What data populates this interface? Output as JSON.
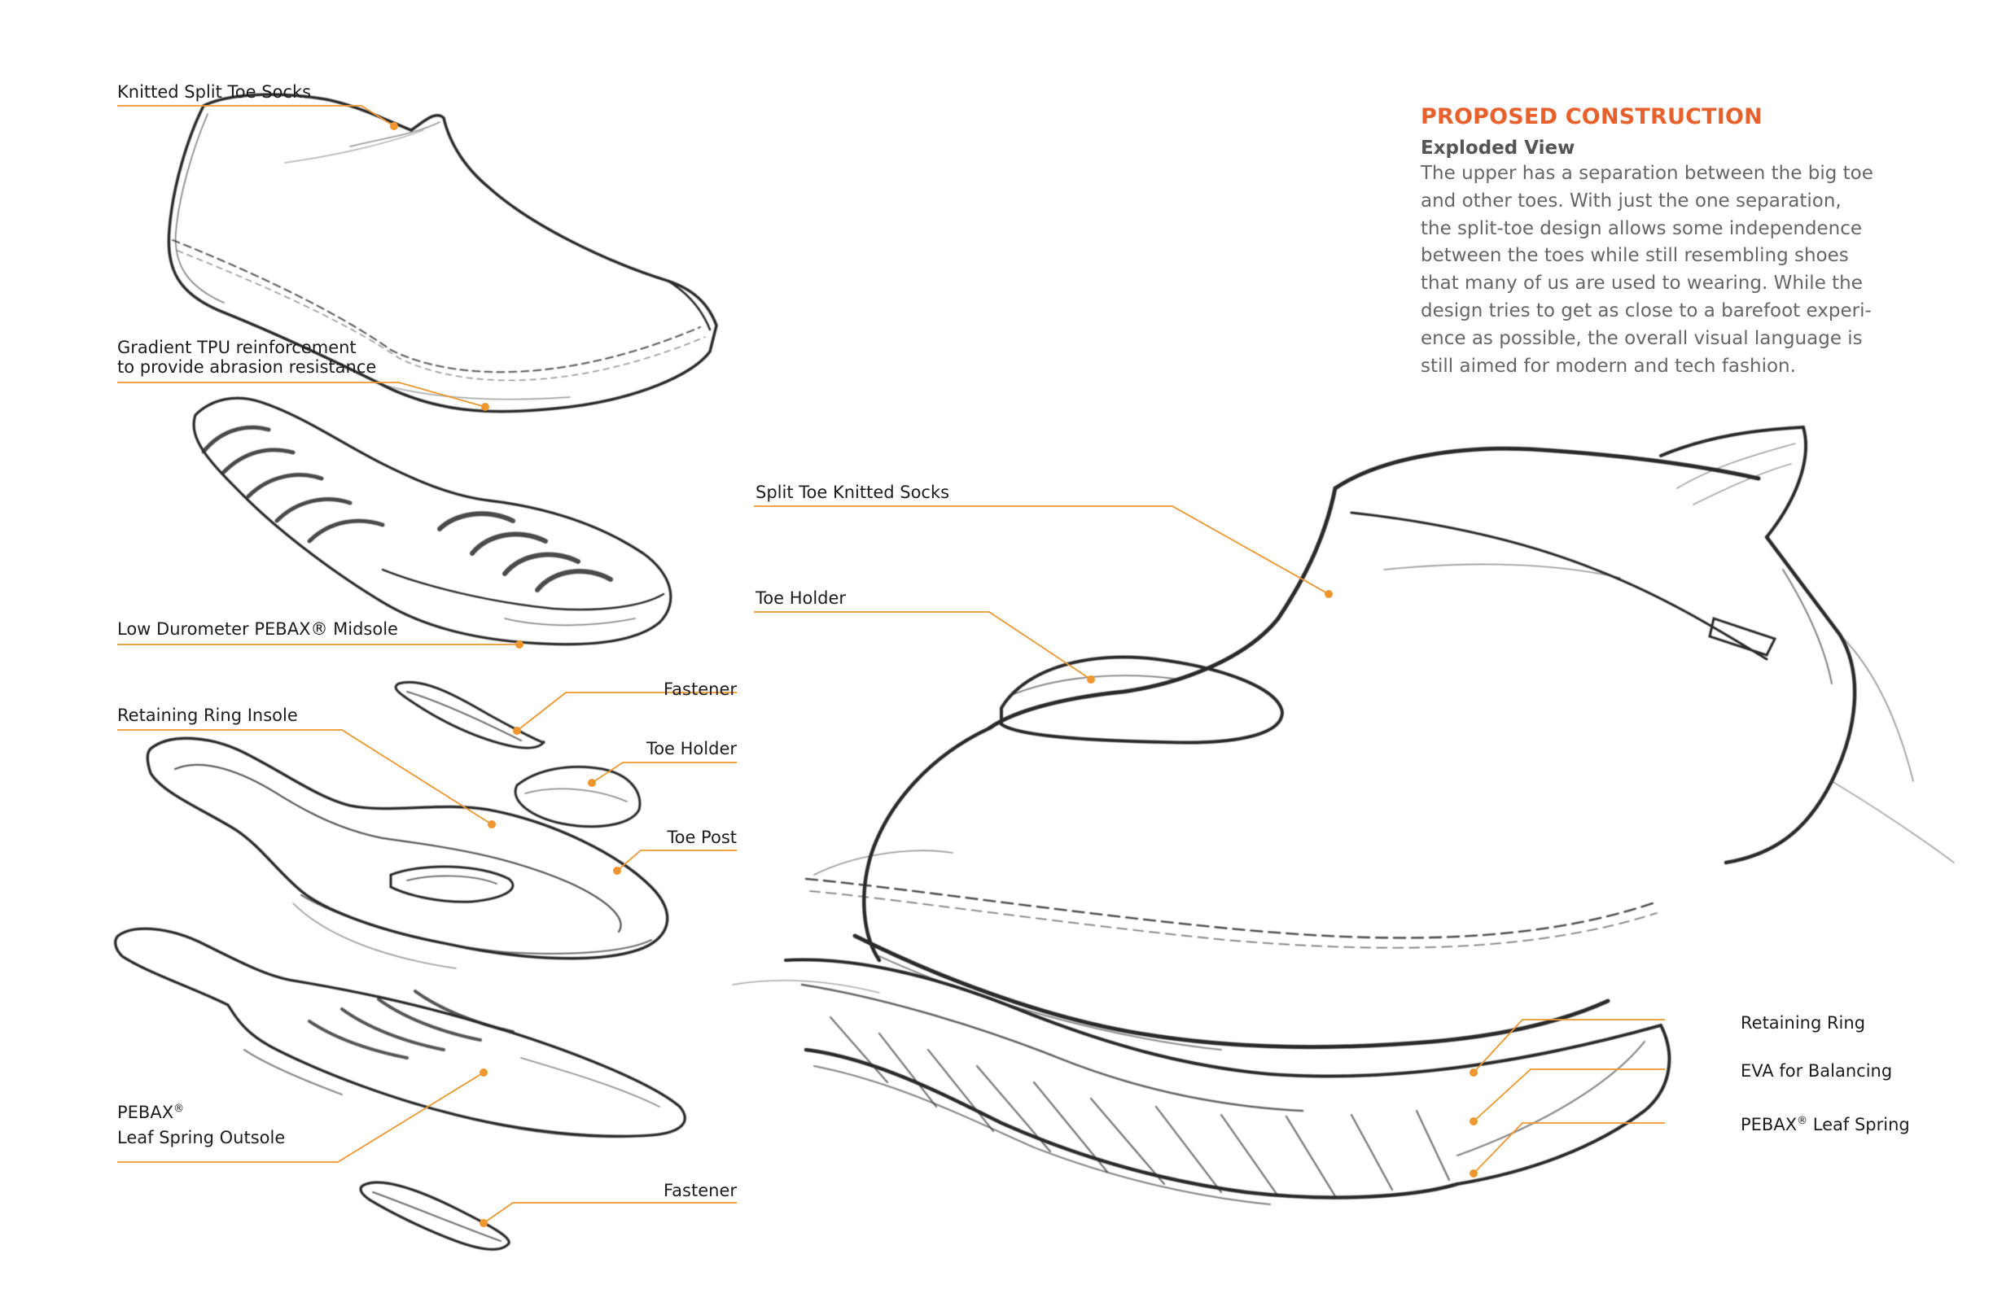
{
  "heading": {
    "title": "PROPOSED CONSTRUCTION",
    "subtitle": "Exploded View",
    "body": "The upper has a separation between the big toe\nand other toes. With just the one separation,\nthe split-toe design allows some independence\nbetween the toes while still resembling shoes\nthat many of us are used to wearing. While the\ndesign tries to get as close to a barefoot experi-\nence as possible, the overall visual language is\nstill aimed for modern and tech fashion."
  },
  "left_labels": {
    "socks": "Knitted Split Toe Socks",
    "tpu_line1": "Gradient TPU reinforcement",
    "tpu_line2": "to provide abrasion resistance",
    "midsole": "Low Durometer PEBAX® Midsole",
    "fastener_top": "Fastener",
    "insole": "Retaining Ring Insole",
    "toe_holder": "Toe Holder",
    "toe_post": "Toe Post",
    "outsole_line1": "PEBAX",
    "outsole_line1_mark": "®",
    "outsole_line2": "Leaf Spring Outsole",
    "fastener_bottom": "Fastener"
  },
  "right_labels": {
    "split_toe_socks": "Split Toe Knitted Socks",
    "toe_holder": "Toe Holder",
    "retaining_ring": "Retaining Ring",
    "eva": "EVA for Balancing",
    "leaf_spring": "PEBAX",
    "leaf_spring_mark": "®",
    "leaf_spring_rest": " Leaf Spring"
  },
  "colors": {
    "accent": "#e8612c",
    "leader": "#f0962e",
    "sketch": "#2a2a2a"
  }
}
